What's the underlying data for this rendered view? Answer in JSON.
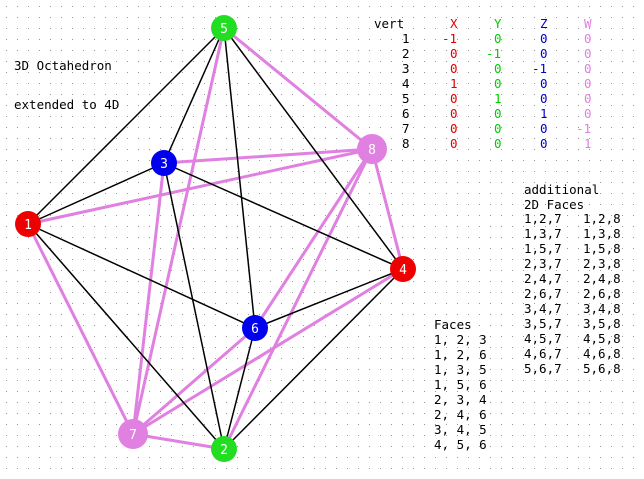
{
  "title_lines": [
    "3D Octahedron",
    "extended to 4D"
  ],
  "colors": {
    "background": "#ffffff",
    "grid_dot": "#999999",
    "edge_3d": "#000000",
    "edge_4d": "#e080e0",
    "label_x": "#e00000",
    "label_y": "#00cc00",
    "label_z": "#0000cc",
    "label_w": "#e080e0"
  },
  "vertex_table": {
    "header": {
      "vert": "vert",
      "x": "X",
      "y": "Y",
      "z": "Z",
      "w": "W"
    },
    "rows": [
      {
        "v": "1",
        "x": "-1",
        "y": "0",
        "z": "0",
        "w": "0"
      },
      {
        "v": "2",
        "x": "0",
        "y": "-1",
        "z": "0",
        "w": "0"
      },
      {
        "v": "3",
        "x": "0",
        "y": "0",
        "z": "-1",
        "w": "0"
      },
      {
        "v": "4",
        "x": "1",
        "y": "0",
        "z": "0",
        "w": "0"
      },
      {
        "v": "5",
        "x": "0",
        "y": "1",
        "z": "0",
        "w": "0"
      },
      {
        "v": "6",
        "x": "0",
        "y": "0",
        "z": "1",
        "w": "0"
      },
      {
        "v": "7",
        "x": "0",
        "y": "0",
        "z": "0",
        "w": "-1"
      },
      {
        "v": "8",
        "x": "0",
        "y": "0",
        "z": "0",
        "w": "1"
      }
    ]
  },
  "additional_faces": {
    "heading": [
      "additional",
      "2D Faces"
    ],
    "rows": [
      [
        "1,2,7",
        "1,2,8"
      ],
      [
        "1,3,7",
        "1,3,8"
      ],
      [
        "1,5,7",
        "1,5,8"
      ],
      [
        "2,3,7",
        "2,3,8"
      ],
      [
        "2,4,7",
        "2,4,8"
      ],
      [
        "2,6,7",
        "2,6,8"
      ],
      [
        "3,4,7",
        "3,4,8"
      ],
      [
        "3,5,7",
        "3,5,8"
      ],
      [
        "4,5,7",
        "4,5,8"
      ],
      [
        "4,6,7",
        "4,6,8"
      ],
      [
        "5,6,7",
        "5,6,8"
      ]
    ]
  },
  "faces": {
    "heading": "Faces",
    "rows": [
      "1, 2, 3",
      "1, 2, 6",
      "1, 3, 5",
      "1, 5, 6",
      "2, 3, 4",
      "2, 4, 6",
      "3, 4, 5",
      "4, 5, 6"
    ]
  },
  "graph": {
    "vertices": [
      {
        "id": "1",
        "color": "#ee0000"
      },
      {
        "id": "2",
        "color": "#22dd22"
      },
      {
        "id": "3",
        "color": "#0000ee"
      },
      {
        "id": "4",
        "color": "#ee0000"
      },
      {
        "id": "5",
        "color": "#22dd22"
      },
      {
        "id": "6",
        "color": "#0000ee"
      },
      {
        "id": "7",
        "color": "#e080e0"
      },
      {
        "id": "8",
        "color": "#e080e0"
      }
    ],
    "edges_3d": [
      [
        "1",
        "5"
      ],
      [
        "1",
        "3"
      ],
      [
        "1",
        "6"
      ],
      [
        "1",
        "2"
      ],
      [
        "5",
        "3"
      ],
      [
        "5",
        "6"
      ],
      [
        "5",
        "4"
      ],
      [
        "3",
        "4"
      ],
      [
        "3",
        "2"
      ],
      [
        "2",
        "6"
      ],
      [
        "2",
        "4"
      ],
      [
        "6",
        "4"
      ]
    ],
    "edges_4d": [
      [
        "7",
        "1"
      ],
      [
        "7",
        "2"
      ],
      [
        "7",
        "3"
      ],
      [
        "7",
        "4"
      ],
      [
        "7",
        "5"
      ],
      [
        "7",
        "6"
      ],
      [
        "8",
        "1"
      ],
      [
        "8",
        "2"
      ],
      [
        "8",
        "3"
      ],
      [
        "8",
        "4"
      ],
      [
        "8",
        "5"
      ],
      [
        "8",
        "6"
      ]
    ]
  }
}
